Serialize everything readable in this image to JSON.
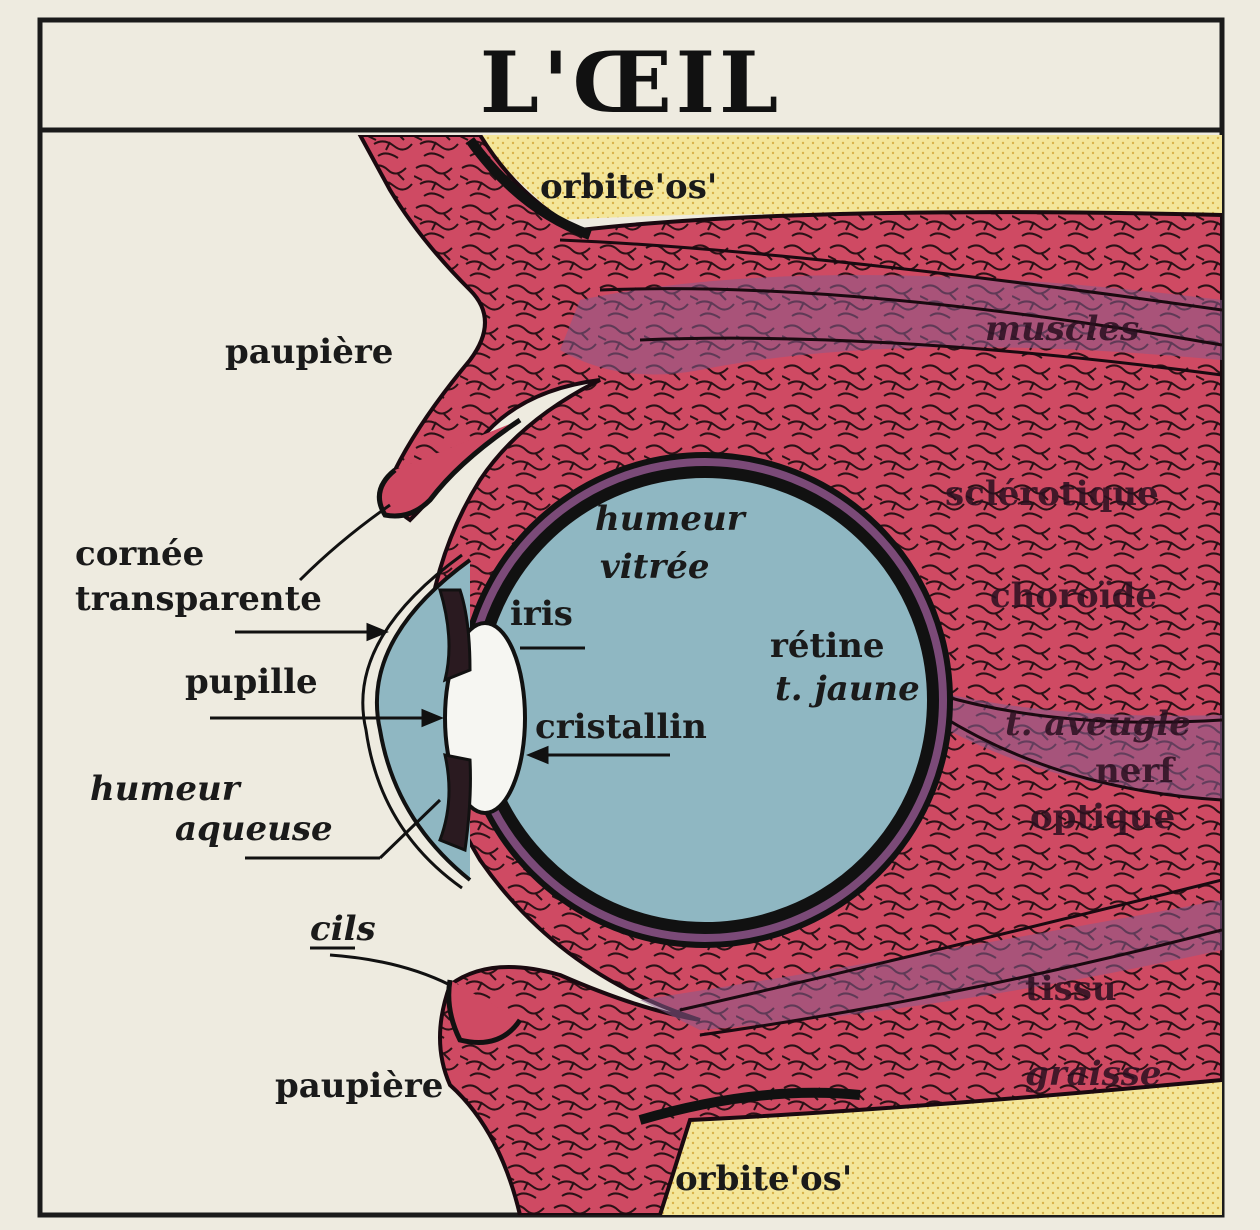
{
  "title": "L'ŒIL",
  "colors": {
    "paper": "#eeebe0",
    "tissue": "#cf4a63",
    "bone": "#f4e69a",
    "fluid": "#8fb7c2",
    "sheath": "#8a5b8c",
    "ink": "#141414"
  },
  "labels": {
    "orbite_top": "orbite'os'",
    "muscles": "muscles",
    "paupiere_top": "paupière",
    "sclerotique": "sclérotique",
    "humeur_vitree_1": "humeur",
    "humeur_vitree_2": "vitrée",
    "cornee_1": "cornée",
    "cornee_2": "transparente",
    "choroide": "choroïde",
    "iris": "iris",
    "retine": "rétine",
    "tache_jaune": "t. jaune",
    "pupille": "pupille",
    "cristallin": "cristallin",
    "tache_aveugle": "t. aveugle",
    "nerf_1": "nerf",
    "nerf_2": "optique",
    "humeur_aqueuse_1": "humeur",
    "humeur_aqueuse_2": "aqueuse",
    "cils": "cils",
    "tissu": "tissu",
    "graisse": "graisse",
    "paupiere_bottom": "paupière",
    "orbite_bottom": "orbite'os'"
  }
}
